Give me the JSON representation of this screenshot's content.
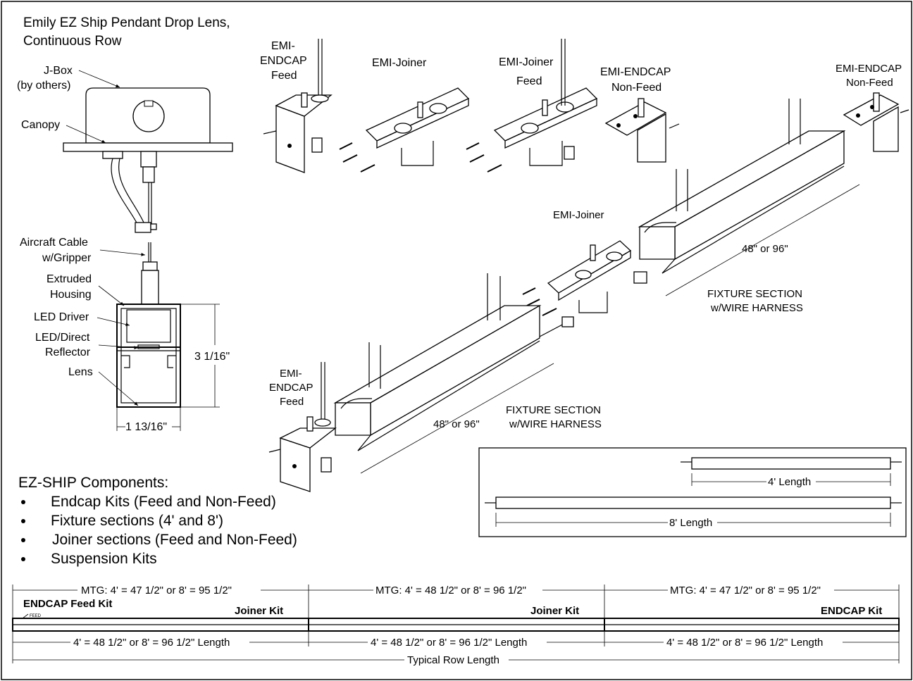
{
  "title": {
    "line1": "Emily EZ Ship Pendant Drop Lens,",
    "line2": "Continuous Row"
  },
  "section_labels": {
    "jbox": "J-Box",
    "jbox_note": "(by others)",
    "canopy": "Canopy",
    "aircraft_cable": "Aircraft Cable",
    "aircraft_cable_note": "w/Gripper",
    "extruded": "Extruded",
    "housing": "Housing",
    "led_driver": "LED Driver",
    "led_direct": "LED/Direct",
    "reflector": "Reflector",
    "lens": "Lens",
    "height": "3 1/16\"",
    "width": "1 13/16\""
  },
  "parts": {
    "endcap_feed_top_1": "EMI-",
    "endcap_feed_top_2": "ENDCAP",
    "endcap_feed_top_3": "Feed",
    "joiner_top": "EMI-Joiner",
    "joiner_feed_1": "EMI-Joiner",
    "joiner_feed_2": "Feed",
    "endcap_nonfeed_1": "EMI-ENDCAP",
    "endcap_nonfeed_2": "Non-Feed",
    "endcap_nonfeed_far_1": "EMI-ENDCAP",
    "endcap_nonfeed_far_2": "Non-Feed",
    "joiner_mid": "EMI-Joiner",
    "length_upper": "48\" or 96\"",
    "fixture_upper_1": "FIXTURE SECTION",
    "fixture_upper_2": "w/WIRE HARNESS",
    "endcap_feed_low_1": "EMI-",
    "endcap_feed_low_2": "ENDCAP",
    "endcap_feed_low_3": "Feed",
    "length_lower": "48\" or 96\"",
    "fixture_lower_1": "FIXTURE SECTION",
    "fixture_lower_2": "w/WIRE HARNESS"
  },
  "lengths_box": {
    "four_ft": "4' Length",
    "eight_ft": "8' Length"
  },
  "components": {
    "heading": "EZ-SHIP Components:",
    "items": [
      "Endcap Kits (Feed and Non-Feed)",
      "Fixture sections (4' and 8')",
      "Joiner sections (Feed and Non-Feed)",
      "Suspension Kits"
    ]
  },
  "row": {
    "mtg": [
      "MTG: 4' = 47 1/2\" or 8' = 95 1/2\"",
      "MTG: 4' = 48 1/2\" or 8' = 96 1/2\"",
      "MTG: 4' = 47 1/2\" or 8' = 95 1/2\""
    ],
    "kits": [
      "ENDCAP Feed Kit",
      "Joiner Kit",
      "Joiner Kit",
      "ENDCAP Kit"
    ],
    "feed_tag": "FEED",
    "lengths": [
      "4' = 48 1/2\" or 8' = 96 1/2\" Length",
      "4' = 48 1/2\" or 8' = 96 1/2\" Length",
      "4' = 48 1/2\" or 8' = 96 1/2\" Length"
    ],
    "total": "Typical Row Length"
  }
}
